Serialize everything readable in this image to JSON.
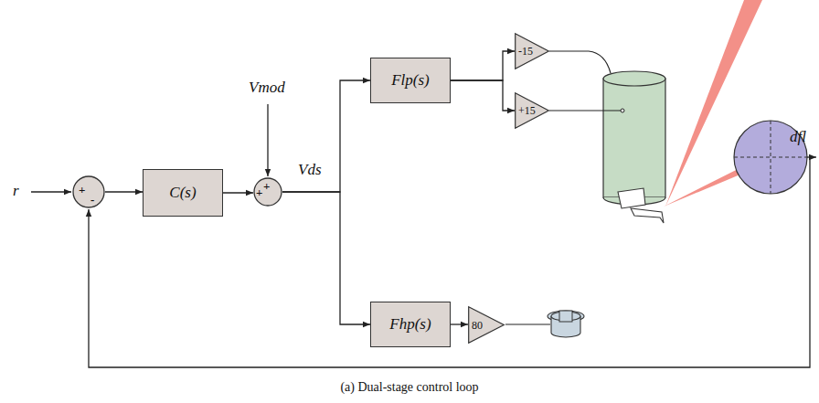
{
  "diagram": {
    "caption": "(a) Dual-stage control loop",
    "nodes": [
      {
        "text": [
          "+",
          "-"
        ]
      },
      {
        "text": [
          "C(s)"
        ]
      },
      {
        "text": [
          "+",
          "+"
        ]
      },
      {
        "text": [
          "Flp(s)"
        ]
      },
      {
        "text": [
          "-15"
        ]
      },
      {
        "text": [
          "+15"
        ]
      },
      {
        "text": [
          "Fhp(s)"
        ]
      },
      {
        "text": [
          "80"
        ]
      }
    ],
    "edges": [
      {
        "from": 0,
        "to": 1,
        "arrow": "to"
      },
      {
        "from": 1,
        "to": 2,
        "arrow": "to"
      },
      {
        "from": 2,
        "to": 3,
        "arrow": "to"
      },
      {
        "from": 2,
        "to": 6,
        "arrow": "to"
      },
      {
        "from": 3,
        "to": 4,
        "arrow": "to"
      },
      {
        "from": 3,
        "to": 5,
        "arrow": "to"
      },
      {
        "from": 6,
        "to": 7,
        "arrow": "to"
      }
    ],
    "labels": [
      "r",
      "Vmod",
      "Vds",
      "dfl"
    ]
  }
}
